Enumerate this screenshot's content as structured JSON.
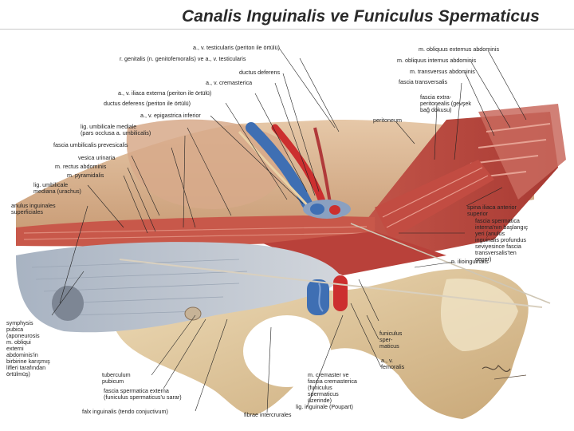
{
  "title": "Canalis Inguinalis ve Funiculus Spermaticus",
  "labels": {
    "a_v_testicularis": "a., v. testicularis (periton ile örtülü)",
    "r_genitalis": "r. genitalis (n. genitofemoralis) ve a., v. testicularis",
    "ductus_deferens": "ductus deferens",
    "a_v_cremasterica": "a., v. cremasterica",
    "a_v_iliaca_externa": "a., v. iliaca externa (periton ile örtülü)",
    "ductus_deferens_periton": "ductus deferens (periton ile örtülü)",
    "a_v_epigastrica": "a., v. epigastrica inferior",
    "lig_umbilicale_mediale": [
      "lig. umbilicale mediale",
      "(pars occlusa a. umbilicalis)"
    ],
    "fascia_umbilicalis": "fascia umbilicalis prevesicalis",
    "vesica_urinaria": "vesica urinaria",
    "m_rectus": "m. rectus abdominis",
    "m_pyramidalis": "m. pyramidalis",
    "lig_umbilicale_mediana": [
      "lig. umbilicale",
      "mediana (urachus)"
    ],
    "anulus_inguinalis": [
      "anulus inguinales",
      "superficiales"
    ],
    "symphysis": [
      "symphysis",
      "pubica",
      "(aponeurosis",
      "m. obliqui",
      "externi",
      "abdominis'in",
      "birbirine karışmış",
      "lifleri tarafından",
      "örtülmüş)"
    ],
    "tuberculum_pubicum": [
      "tuberculum",
      "pubicum"
    ],
    "fascia_spermatica_externa": [
      "fascia spermatica externa",
      "(funiculus spermaticus'u sarar)"
    ],
    "falx_inguinalis": "falx inguinalis (tendo conjuctivum)",
    "fibrae_intercrurales": "fibrae intercrurales",
    "lig_inguinale": "lig. inguinale (Poupart)",
    "m_cremaster": [
      "m. cremaster ve",
      "fascia cremasterica",
      "(funiculus",
      "spermaticus",
      "üzerinde)"
    ],
    "a_v_femoralis": [
      "a., v.",
      "femoralis"
    ],
    "funiculus_spermaticus": [
      "funiculus",
      "sper-",
      "maticus"
    ],
    "n_ilioinguinalis": "n. ilioinguinalis",
    "fascia_spermatica_interna": [
      "fascia spermatica",
      "interna'nın başlangıç",
      "yeri (anulus",
      "inguinalis profundus",
      "seviyesince fascia",
      "transversalis'ten",
      "geçer)"
    ],
    "spina_iliaca": [
      "spina iliaca anterior",
      "superior"
    ],
    "peritoneum": "peritoneum",
    "fascia_extraperitonealis": [
      "fascia extra-",
      "peritonealis (gevşek",
      "bağ dokusu)"
    ],
    "fascia_transversalis": "fascia transversalis",
    "m_transversus": "m. transversus abdominis",
    "m_obliquus_internus": "m. obliquus internus abdominis",
    "m_obliquus_externus": "m. obliquus externus abdominis"
  },
  "colors": {
    "muscle": "#b4453c",
    "muscle_light": "#d9776a",
    "vein": "#3f6fb3",
    "artery": "#cc2f2f",
    "bone": "#e2c9a0",
    "fascia": "#b9c0c8",
    "peritoneum": "#c98d6e",
    "background_tissue": "#d7b08c"
  },
  "signature": "F. Netter"
}
